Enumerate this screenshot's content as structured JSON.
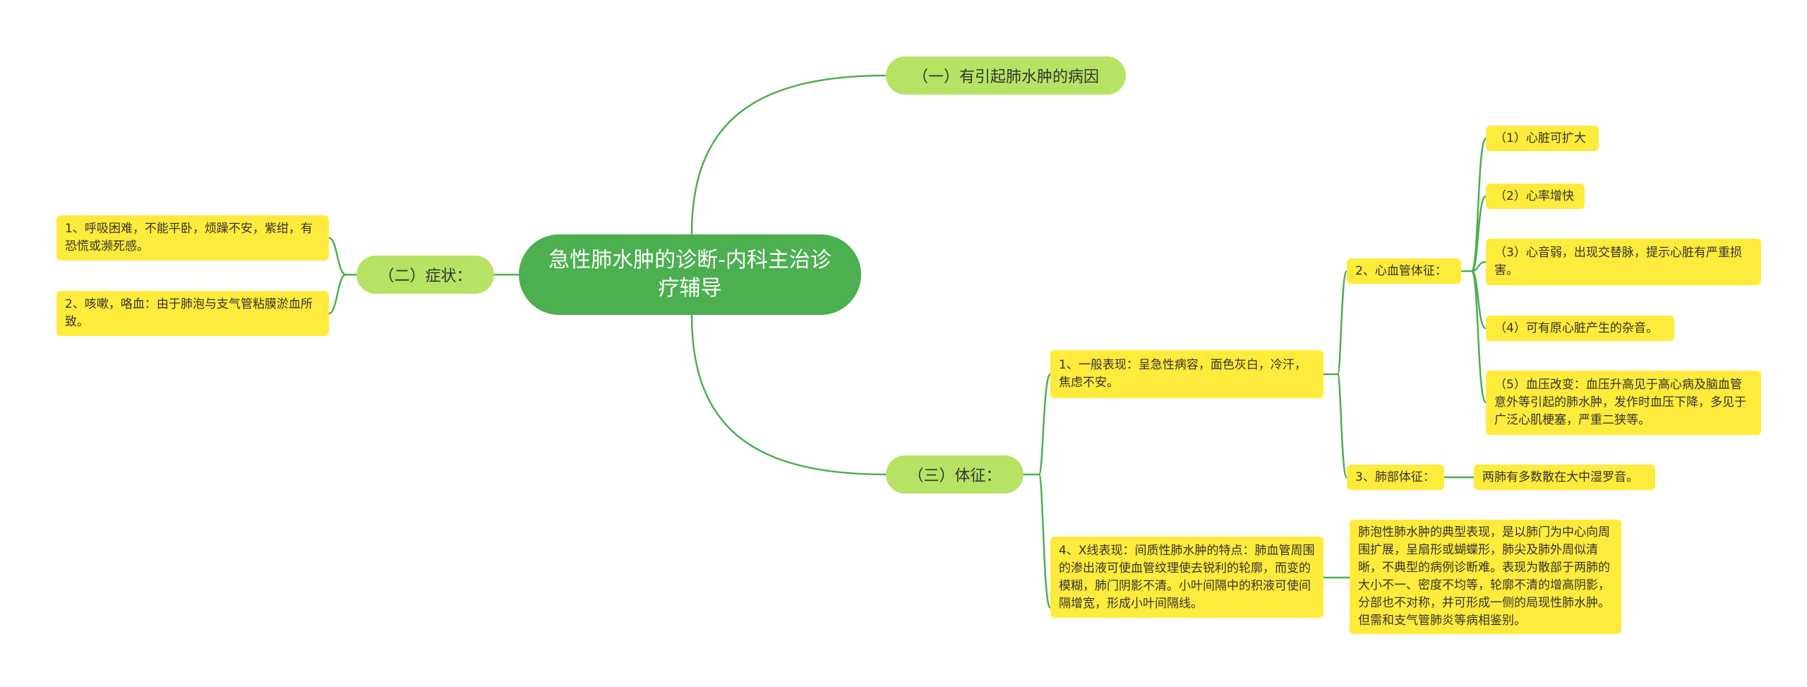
{
  "colors": {
    "root_fill": "#4caf50",
    "branch_fill": "#b6e363",
    "leaf_fill": "#ffeb3b",
    "edge": "#4caf50"
  },
  "root": {
    "text": "急性肺水肿的诊断-内科主治诊疗辅导"
  },
  "branch1": {
    "text": "（一）有引起肺水肿的病因"
  },
  "branch2": {
    "text": "（二）症状：",
    "items": [
      "1、呼吸困难，不能平卧，烦躁不安，紫绀，有恐慌或濒死感。",
      "2、咳嗽，咯血：由于肺泡与支气管粘膜淤血所致。"
    ]
  },
  "branch3": {
    "text": "（三）体征：",
    "general": "1、一般表现：呈急性病容，面色灰白，冷汗，焦虑不安。",
    "cardio": {
      "text": "2、心血管体征：",
      "items": [
        "（1）心脏可扩大",
        "（2）心率增快",
        "（3）心音弱，出现交替脉，提示心脏有严重损害。",
        "（4）可有原心脏产生的杂音。",
        "（5）血压改变：血压升高见于高心病及脑血管意外等引起的肺水肿，发作时血压下降，多见于广泛心肌梗塞，严重二狭等。"
      ]
    },
    "lung": {
      "text": "3、肺部体征：",
      "detail": "两肺有多数散在大中湿罗音。"
    },
    "xray": {
      "text": "4、X线表现：间质性肺水肿的特点：肺血管周围的渗出液可使血管纹理使去锐利的轮廓，而变的模糊，肺门阴影不清。小叶间隔中的积液可使间隔增宽，形成小叶间隔线。",
      "detail": "肺泡性肺水肿的典型表现，是以肺门为中心向周围扩展，呈扇形或蝴蝶形，肺尖及肺外周似清晰，不典型的病例诊断难。表现为散部于两肺的大小不一、密度不均等，轮廓不清的增高阴影，分部也不对称，并可形成一侧的局现性肺水肿。但需和支气管肺炎等病相鉴别。"
    }
  }
}
